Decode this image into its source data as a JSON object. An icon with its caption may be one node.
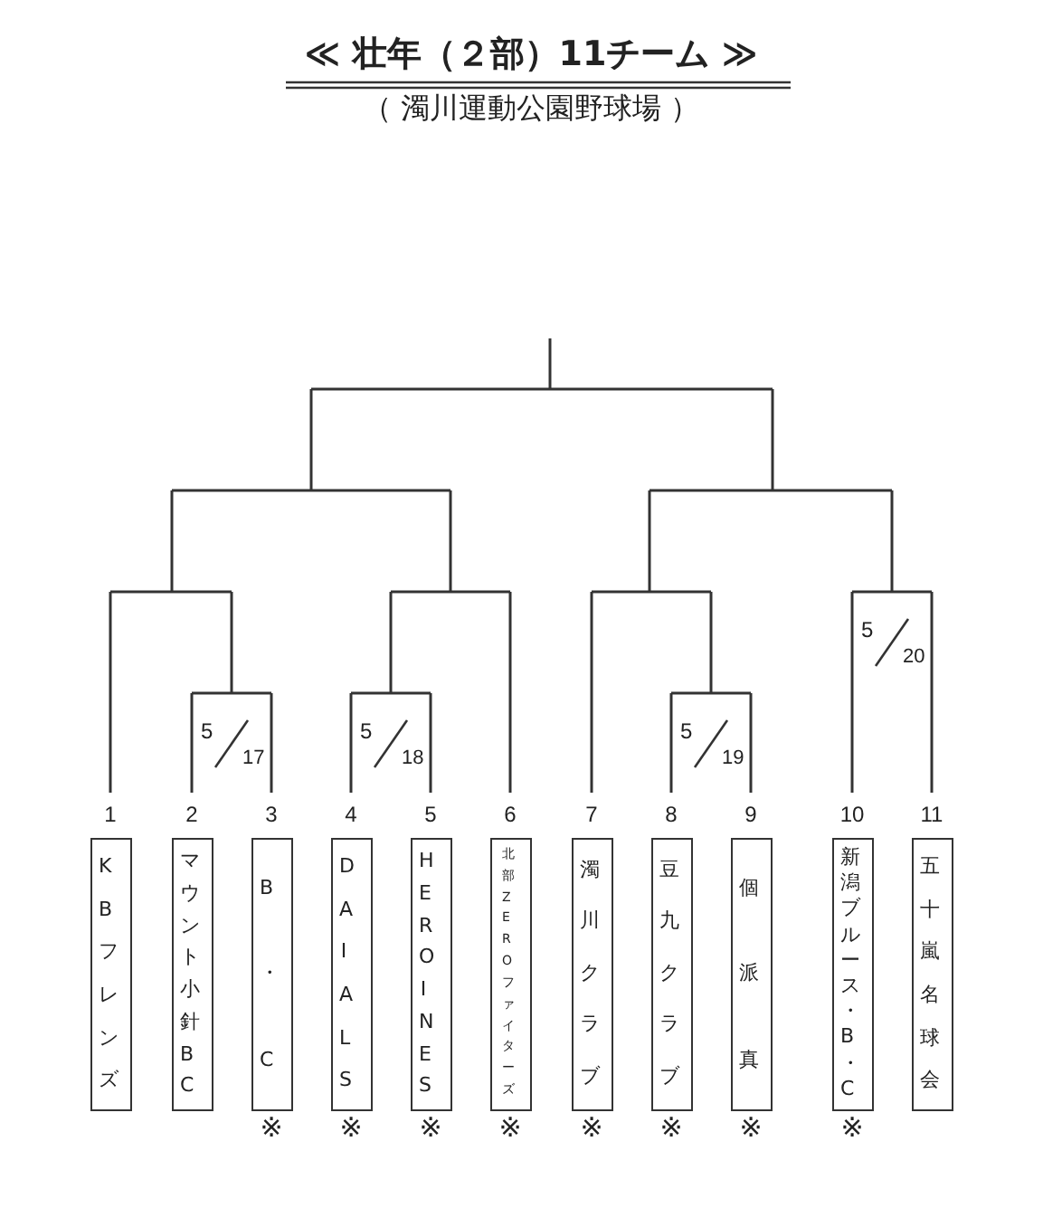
{
  "diagram": {
    "title": "≪ 壮年（２部）11チーム ≫",
    "nodes": [
      {
        "text": [
          "KBフレンズ"
        ],
        "beside": [
          "1"
        ]
      },
      {
        "text": [
          "マウント小針BC"
        ],
        "beside": [
          "2"
        ]
      },
      {
        "text": [
          "B・C"
        ],
        "beside": [
          "3",
          "※"
        ]
      },
      {
        "text": [
          "DAIALS"
        ],
        "beside": [
          "4",
          "※"
        ]
      },
      {
        "text": [
          "HEROINES"
        ],
        "beside": [
          "5",
          "※"
        ]
      },
      {
        "text": [
          "北部ZEROファイターズ"
        ],
        "beside": [
          "6",
          "※"
        ]
      },
      {
        "text": [
          "濁川クラブ"
        ],
        "beside": [
          "7",
          "※"
        ]
      },
      {
        "text": [
          "豆九クラブ"
        ],
        "beside": [
          "8",
          "※"
        ]
      },
      {
        "text": [
          "個派真"
        ],
        "beside": [
          "9",
          "※"
        ]
      },
      {
        "text": [
          "新潟ブルース・B・C"
        ],
        "beside": [
          "10",
          "※"
        ]
      },
      {
        "text": [
          "五十嵐名球会"
        ],
        "beside": [
          "11"
        ]
      }
    ],
    "labels": [
      "（ 濁川運動公園野球場 ）",
      "5",
      "20",
      "5",
      "17",
      "5",
      "18",
      "5",
      "19"
    ]
  }
}
